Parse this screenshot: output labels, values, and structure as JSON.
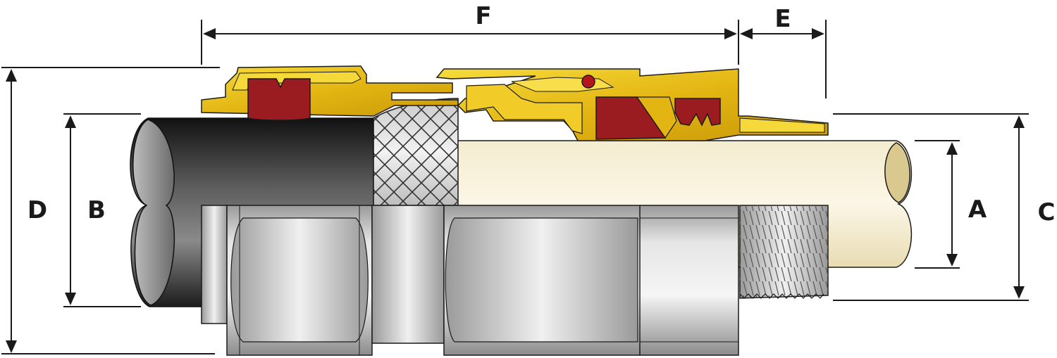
{
  "diagram": {
    "labels": {
      "A": "A",
      "B": "B",
      "C": "C",
      "D": "D",
      "E": "E",
      "F": "F"
    }
  },
  "colors": {
    "brass": "#e8c21a",
    "seal_red": "#9b1c20",
    "cable_inner": "#ede3c2",
    "cable_outer": "#2a2a2a",
    "steel": "#c8c8c8",
    "line": "#1a1a1a"
  }
}
